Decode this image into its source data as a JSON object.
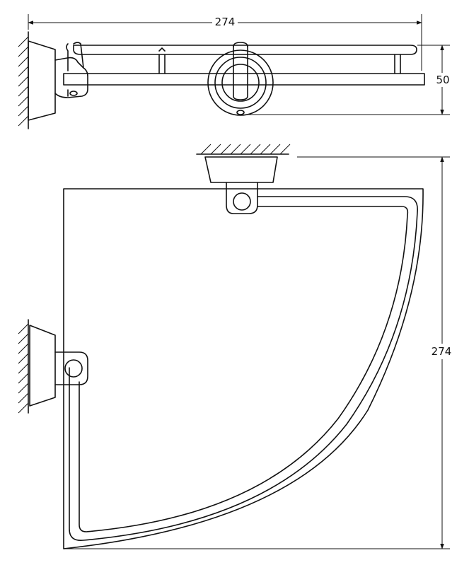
{
  "dimensions": {
    "width": "274",
    "height": "50",
    "depth": "274"
  }
}
